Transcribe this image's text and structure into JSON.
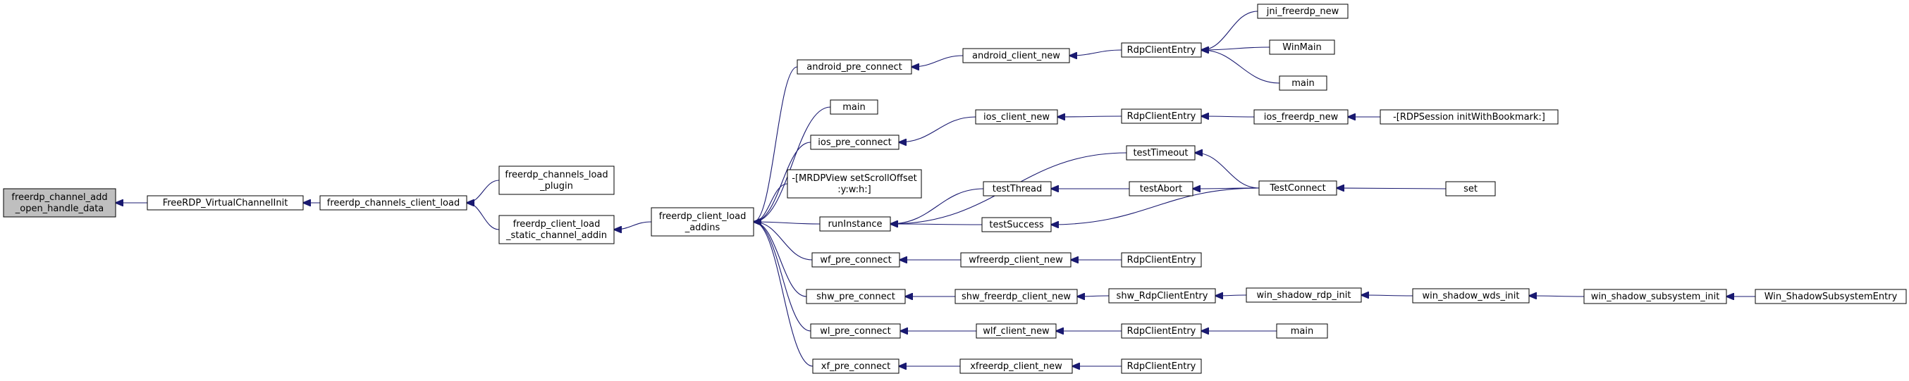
{
  "nodes": [
    {
      "id": "n0",
      "lines": [
        "freerdp_channel_add",
        "_open_handle_data"
      ],
      "root": true
    },
    {
      "id": "n1",
      "lines": [
        "FreeRDP_VirtualChannelInit"
      ]
    },
    {
      "id": "n2",
      "lines": [
        "freerdp_channels_client_load"
      ]
    },
    {
      "id": "n3",
      "lines": [
        "freerdp_channels_load",
        "_plugin"
      ]
    },
    {
      "id": "n4",
      "lines": [
        "freerdp_client_load",
        "_static_channel_addin"
      ]
    },
    {
      "id": "n5",
      "lines": [
        "freerdp_client_load",
        "_addins"
      ]
    },
    {
      "id": "n6",
      "lines": [
        "android_pre_connect"
      ]
    },
    {
      "id": "n7",
      "lines": [
        "main"
      ]
    },
    {
      "id": "n8",
      "lines": [
        "ios_pre_connect"
      ]
    },
    {
      "id": "n9",
      "lines": [
        "-[MRDPView setScrollOffset",
        ":y:w:h:]"
      ]
    },
    {
      "id": "n10",
      "lines": [
        "runInstance"
      ]
    },
    {
      "id": "n11",
      "lines": [
        "wf_pre_connect"
      ]
    },
    {
      "id": "n12",
      "lines": [
        "shw_pre_connect"
      ]
    },
    {
      "id": "n13",
      "lines": [
        "wl_pre_connect"
      ]
    },
    {
      "id": "n14",
      "lines": [
        "xf_pre_connect"
      ]
    },
    {
      "id": "n15",
      "lines": [
        "android_client_new"
      ]
    },
    {
      "id": "n16",
      "lines": [
        "ios_client_new"
      ]
    },
    {
      "id": "n17",
      "lines": [
        "testTimeout"
      ]
    },
    {
      "id": "n18",
      "lines": [
        "testThread"
      ]
    },
    {
      "id": "n19",
      "lines": [
        "testSuccess"
      ]
    },
    {
      "id": "n20",
      "lines": [
        "wfreerdp_client_new"
      ]
    },
    {
      "id": "n21",
      "lines": [
        "shw_freerdp_client_new"
      ]
    },
    {
      "id": "n22",
      "lines": [
        "wlf_client_new"
      ]
    },
    {
      "id": "n23",
      "lines": [
        "xfreerdp_client_new"
      ]
    },
    {
      "id": "n24",
      "lines": [
        "RdpClientEntry"
      ]
    },
    {
      "id": "n25",
      "lines": [
        "RdpClientEntry"
      ]
    },
    {
      "id": "n26",
      "lines": [
        "testAbort"
      ]
    },
    {
      "id": "n27",
      "lines": [
        "RdpClientEntry"
      ]
    },
    {
      "id": "n28",
      "lines": [
        "shw_RdpClientEntry"
      ]
    },
    {
      "id": "n29",
      "lines": [
        "RdpClientEntry"
      ]
    },
    {
      "id": "n30",
      "lines": [
        "RdpClientEntry"
      ]
    },
    {
      "id": "n31",
      "lines": [
        "jni_freerdp_new"
      ]
    },
    {
      "id": "n32",
      "lines": [
        "WinMain"
      ]
    },
    {
      "id": "n33",
      "lines": [
        "main"
      ]
    },
    {
      "id": "n34",
      "lines": [
        "ios_freerdp_new"
      ]
    },
    {
      "id": "n35",
      "lines": [
        "TestConnect"
      ]
    },
    {
      "id": "n36",
      "lines": [
        "win_shadow_rdp_init"
      ]
    },
    {
      "id": "n37",
      "lines": [
        "main"
      ]
    },
    {
      "id": "n38",
      "lines": [
        "-[RDPSession initWithBookmark:]"
      ]
    },
    {
      "id": "n39",
      "lines": [
        "set"
      ]
    },
    {
      "id": "n40",
      "lines": [
        "win_shadow_wds_init"
      ]
    },
    {
      "id": "n41",
      "lines": [
        "win_shadow_subsystem_init"
      ]
    },
    {
      "id": "n42",
      "lines": [
        "Win_ShadowSubsystemEntry"
      ]
    }
  ],
  "edges": [
    {
      "from": "n1",
      "to": "n0"
    },
    {
      "from": "n2",
      "to": "n1"
    },
    {
      "from": "n3",
      "to": "n2"
    },
    {
      "from": "n4",
      "to": "n2"
    },
    {
      "from": "n5",
      "to": "n4"
    },
    {
      "from": "n6",
      "to": "n5"
    },
    {
      "from": "n7",
      "to": "n5"
    },
    {
      "from": "n8",
      "to": "n5"
    },
    {
      "from": "n9",
      "to": "n5"
    },
    {
      "from": "n10",
      "to": "n5"
    },
    {
      "from": "n11",
      "to": "n5"
    },
    {
      "from": "n12",
      "to": "n5"
    },
    {
      "from": "n13",
      "to": "n5"
    },
    {
      "from": "n14",
      "to": "n5"
    },
    {
      "from": "n15",
      "to": "n6"
    },
    {
      "from": "n16",
      "to": "n8"
    },
    {
      "from": "n17",
      "to": "n10"
    },
    {
      "from": "n18",
      "to": "n10"
    },
    {
      "from": "n19",
      "to": "n10"
    },
    {
      "from": "n20",
      "to": "n11"
    },
    {
      "from": "n21",
      "to": "n12"
    },
    {
      "from": "n22",
      "to": "n13"
    },
    {
      "from": "n23",
      "to": "n14"
    },
    {
      "from": "n24",
      "to": "n15"
    },
    {
      "from": "n25",
      "to": "n16"
    },
    {
      "from": "n26",
      "to": "n18"
    },
    {
      "from": "n27",
      "to": "n20"
    },
    {
      "from": "n28",
      "to": "n21"
    },
    {
      "from": "n29",
      "to": "n22"
    },
    {
      "from": "n30",
      "to": "n23"
    },
    {
      "from": "n31",
      "to": "n24"
    },
    {
      "from": "n32",
      "to": "n24"
    },
    {
      "from": "n33",
      "to": "n24"
    },
    {
      "from": "n34",
      "to": "n25"
    },
    {
      "from": "n35",
      "to": "n17"
    },
    {
      "from": "n35",
      "to": "n26"
    },
    {
      "from": "n35",
      "to": "n19"
    },
    {
      "from": "n36",
      "to": "n28"
    },
    {
      "from": "n37",
      "to": "n29"
    },
    {
      "from": "n38",
      "to": "n34"
    },
    {
      "from": "n39",
      "to": "n35"
    },
    {
      "from": "n40",
      "to": "n36"
    },
    {
      "from": "n41",
      "to": "n40"
    },
    {
      "from": "n42",
      "to": "n41"
    }
  ]
}
